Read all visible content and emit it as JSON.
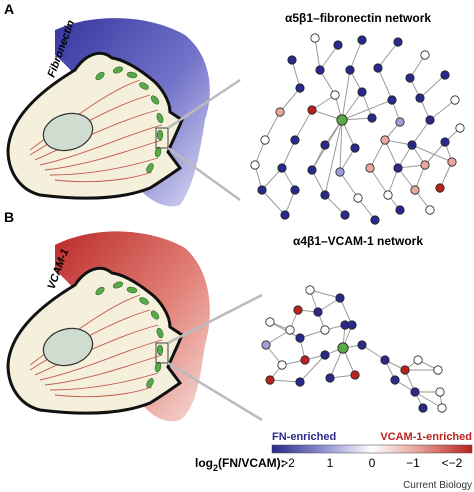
{
  "panels": [
    {
      "letter": "A",
      "title": "α5β1–fibronectin network",
      "ligand": "Fibronectin"
    },
    {
      "letter": "B",
      "title": "α4β1–VCAM-1 network",
      "ligand": "VCAM-1"
    }
  ],
  "legend": {
    "fn_label": "FN-enriched",
    "vcam_label": "VCAM-1-enriched",
    "scale_title_main": "log",
    "scale_title_sub": "2",
    "scale_title_rest": "(FN/VCAM):",
    "ticks": [
      ">2",
      "1",
      "0",
      "−1",
      "<−2"
    ]
  },
  "credit": "Current Biology",
  "colors": {
    "fn_blue": "#2a2a8c",
    "vcam_red": "#b8231f",
    "node_neutral": "#ffffff",
    "edge": "#9a9a9a",
    "cell_fill": "#f4f0dc",
    "nucleus": "#cfdcd0",
    "adhesion_green": "#5aa84a"
  }
}
